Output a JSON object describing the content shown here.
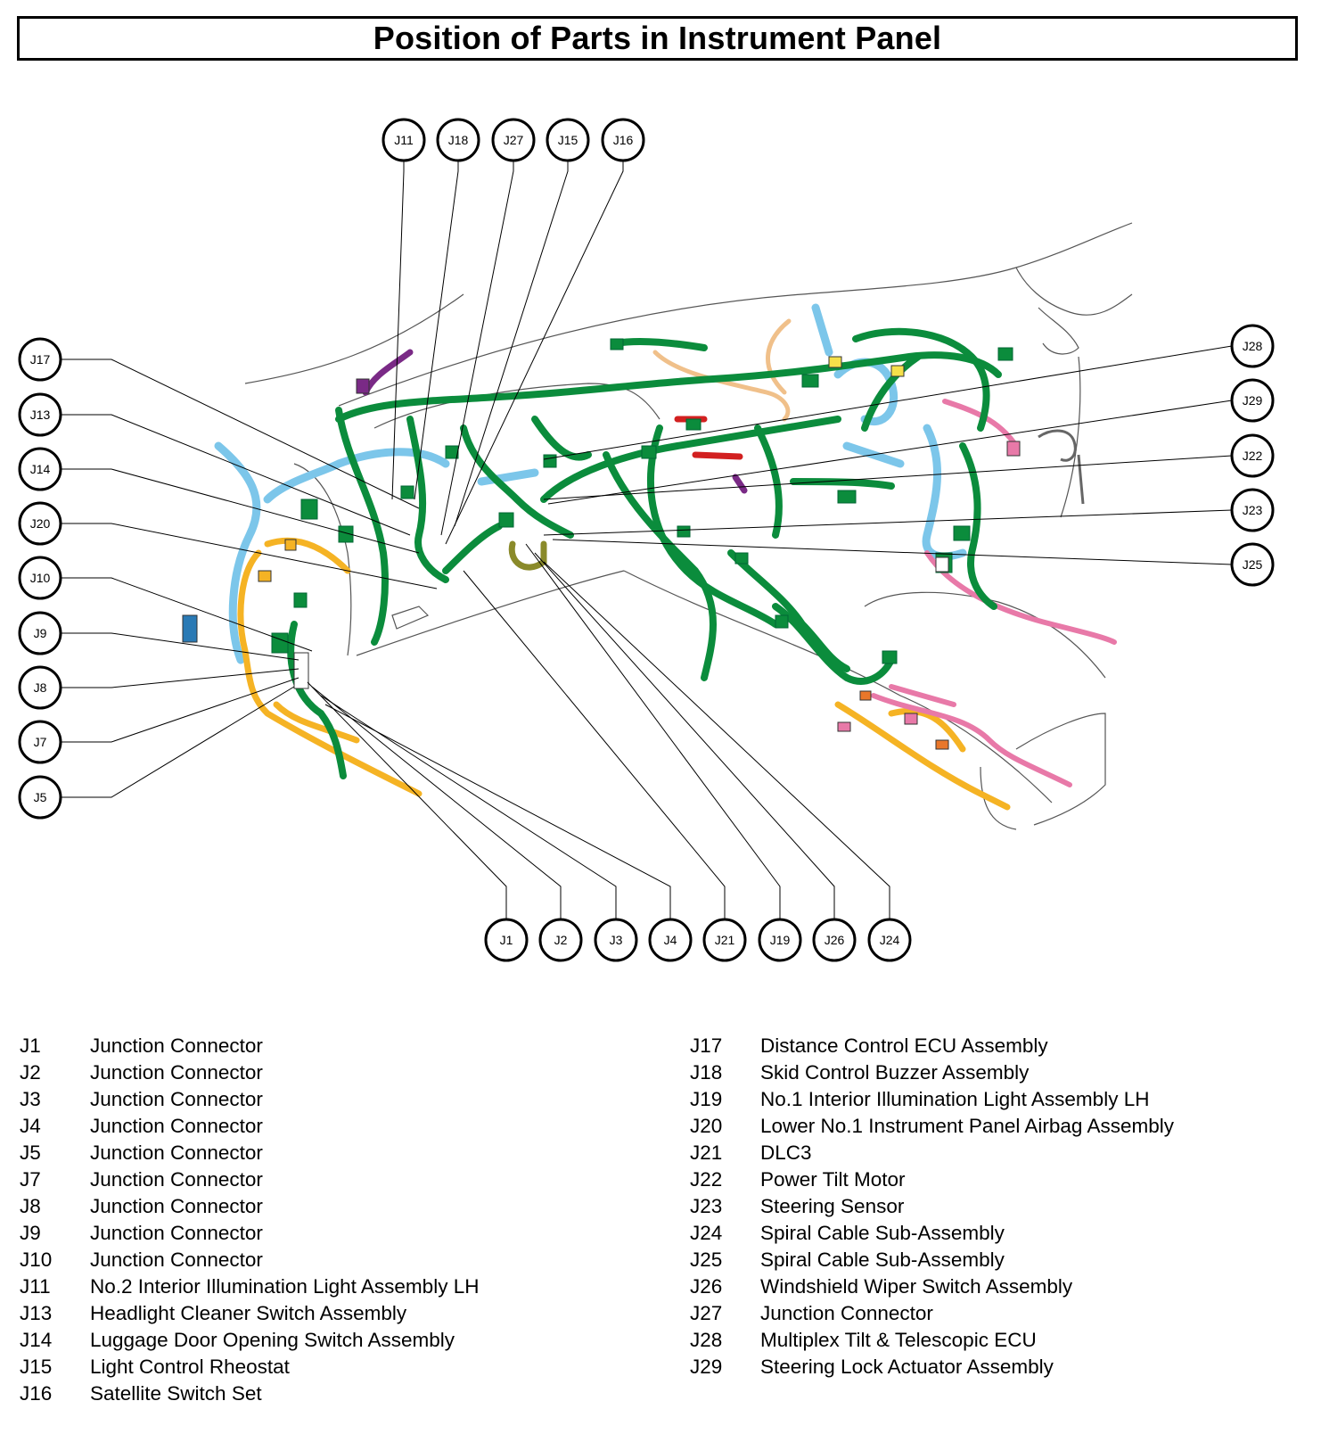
{
  "title": "Position of Parts in Instrument Panel",
  "colors": {
    "harness_green": "#0b8c3c",
    "harness_blue": "#7cc6ea",
    "harness_orange": "#f5b324",
    "harness_pink": "#e879a8",
    "harness_tan": "#f0c08a",
    "harness_purple": "#7a2a86",
    "harness_olive": "#8a8a2a",
    "harness_red": "#d22020",
    "outline": "#000000"
  },
  "callouts": {
    "top": [
      "J11",
      "J18",
      "J27",
      "J15",
      "J16"
    ],
    "left": [
      "J17",
      "J13",
      "J14",
      "J20",
      "J10",
      "J9",
      "J8",
      "J7",
      "J5"
    ],
    "right": [
      "J28",
      "J29",
      "J22",
      "J23",
      "J25"
    ],
    "bottom": [
      "J1",
      "J2",
      "J3",
      "J4",
      "J21",
      "J19",
      "J26",
      "J24"
    ]
  },
  "legend_left": [
    {
      "code": "J1",
      "name": "Junction Connector"
    },
    {
      "code": "J2",
      "name": "Junction Connector"
    },
    {
      "code": "J3",
      "name": "Junction Connector"
    },
    {
      "code": "J4",
      "name": "Junction Connector"
    },
    {
      "code": "J5",
      "name": "Junction Connector"
    },
    {
      "code": "J7",
      "name": "Junction Connector"
    },
    {
      "code": "J8",
      "name": "Junction Connector"
    },
    {
      "code": "J9",
      "name": "Junction Connector"
    },
    {
      "code": "J10",
      "name": "Junction Connector"
    },
    {
      "code": "J11",
      "name": "No.2 Interior Illumination Light Assembly LH"
    },
    {
      "code": "J13",
      "name": "Headlight Cleaner Switch Assembly"
    },
    {
      "code": "J14",
      "name": "Luggage Door Opening Switch Assembly"
    },
    {
      "code": "J15",
      "name": "Light Control Rheostat"
    },
    {
      "code": "J16",
      "name": "Satellite Switch Set"
    }
  ],
  "legend_right": [
    {
      "code": "J17",
      "name": "Distance Control ECU Assembly"
    },
    {
      "code": "J18",
      "name": "Skid Control Buzzer Assembly"
    },
    {
      "code": "J19",
      "name": "No.1 Interior Illumination Light Assembly LH"
    },
    {
      "code": "J20",
      "name": "Lower No.1 Instrument Panel Airbag Assembly"
    },
    {
      "code": "J21",
      "name": "DLC3"
    },
    {
      "code": "J22",
      "name": "Power Tilt Motor"
    },
    {
      "code": "J23",
      "name": "Steering Sensor"
    },
    {
      "code": "J24",
      "name": "Spiral Cable Sub-Assembly"
    },
    {
      "code": "J25",
      "name": "Spiral Cable Sub-Assembly"
    },
    {
      "code": "J26",
      "name": "Windshield Wiper Switch Assembly"
    },
    {
      "code": "J27",
      "name": "Junction Connector"
    },
    {
      "code": "J28",
      "name": "Multiplex Tilt & Telescopic ECU"
    },
    {
      "code": "J29",
      "name": "Steering Lock Actuator Assembly"
    }
  ]
}
